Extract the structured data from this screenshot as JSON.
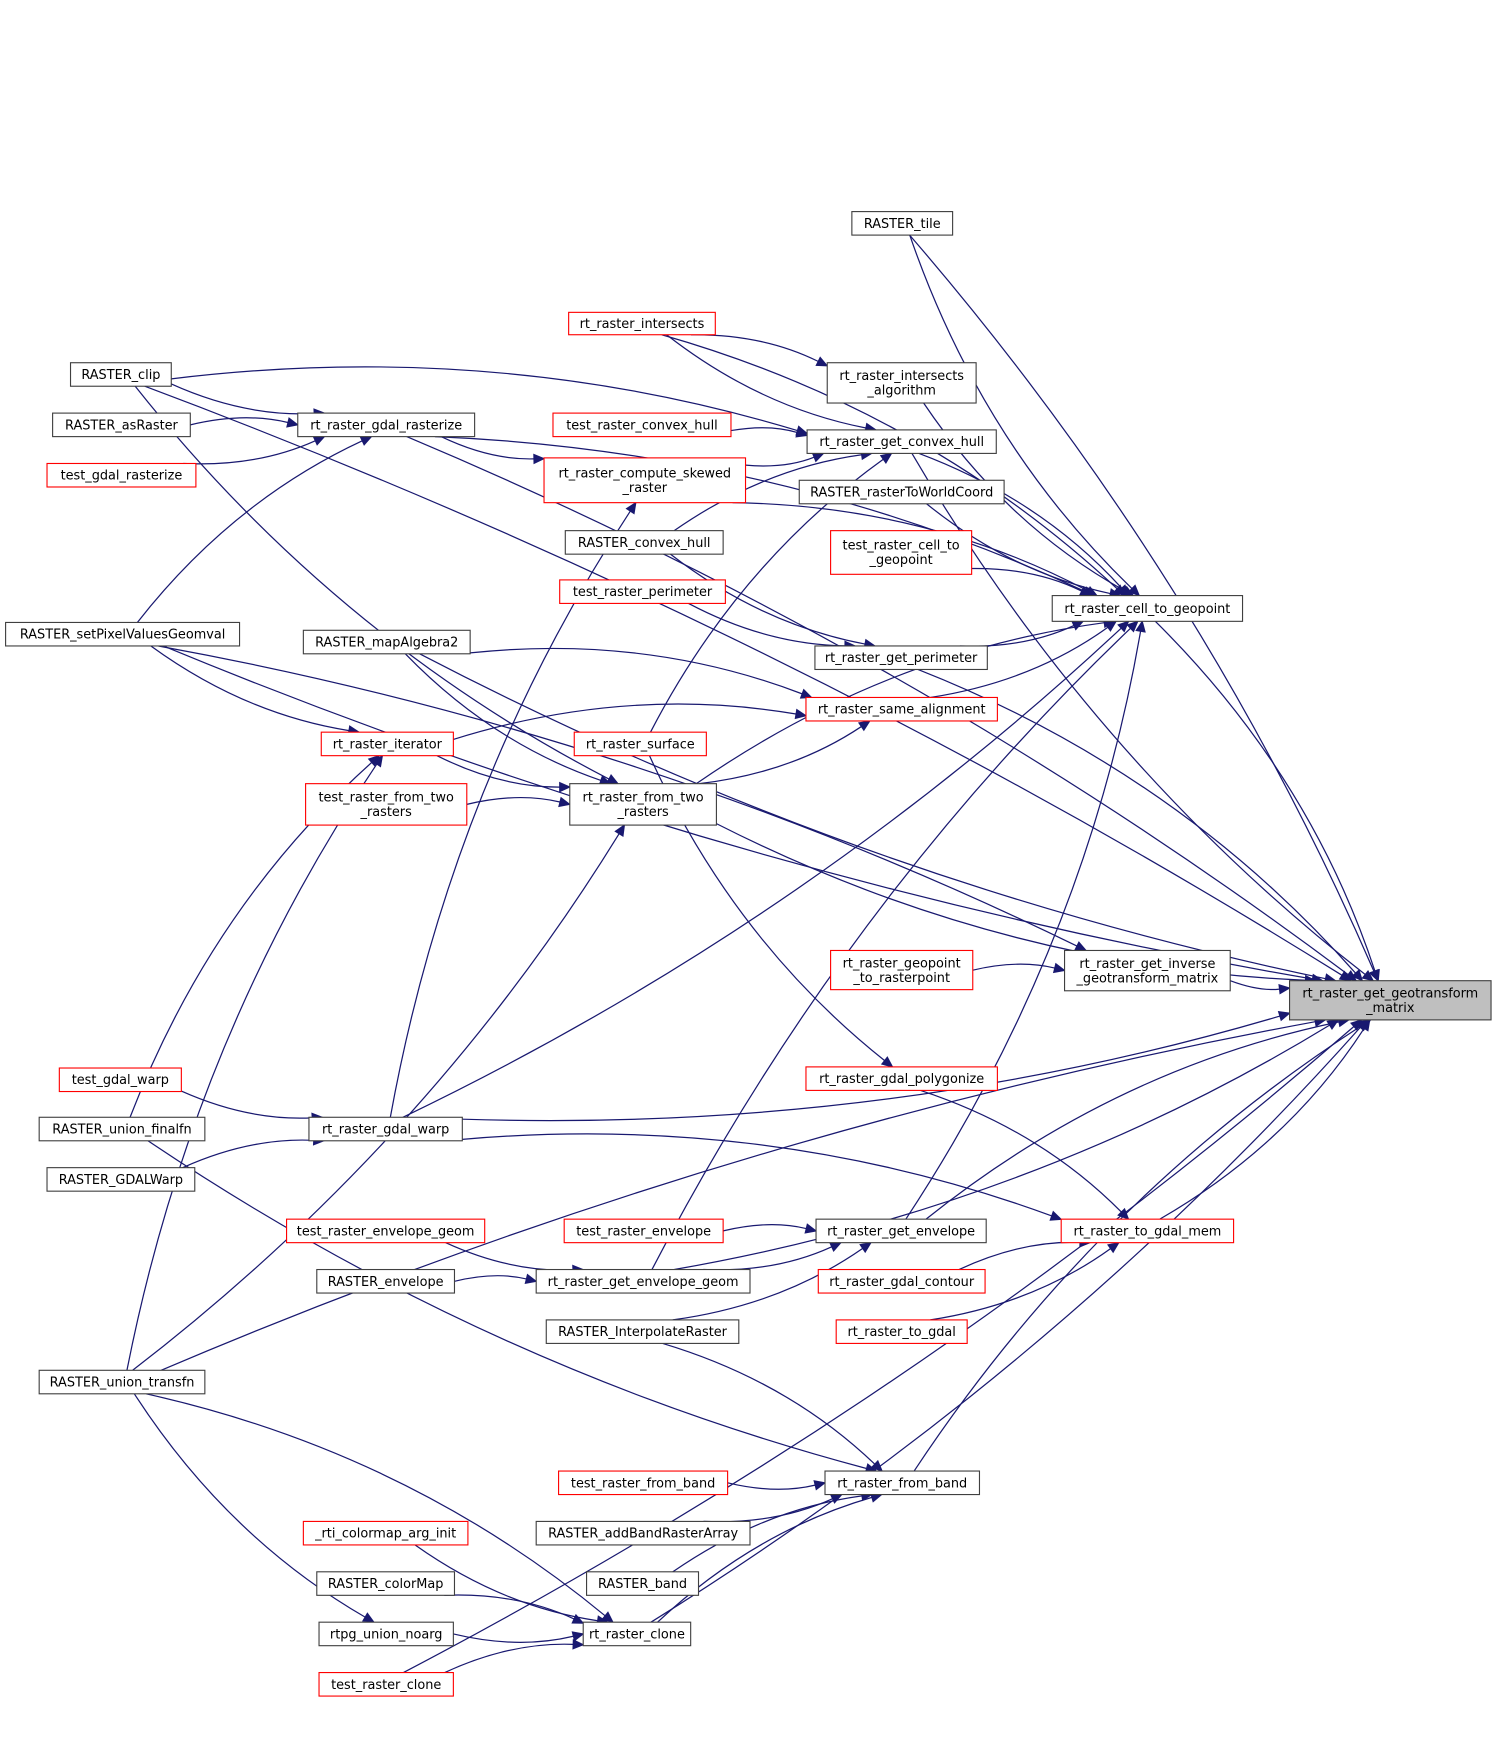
{
  "diagram": {
    "type": "caller-graph",
    "colors": {
      "edge": "#191970",
      "node_border_normal": "#404040",
      "node_border_incomplete": "#ff0000",
      "node_fill": "#ffffff",
      "target_fill": "#bfbfbf"
    },
    "target": "rt_raster_get_geotransform_matrix",
    "nodes": [
      {
        "id": "target",
        "lines": [
          "rt_raster_get_geotransform",
          "_matrix"
        ],
        "style": "target"
      },
      {
        "id": "RASTER_clip",
        "lines": [
          "RASTER_clip"
        ],
        "style": "normal"
      },
      {
        "id": "RASTER_asRaster",
        "lines": [
          "RASTER_asRaster"
        ],
        "style": "normal"
      },
      {
        "id": "test_gdal_rasterize",
        "lines": [
          "test_gdal_rasterize"
        ],
        "style": "red"
      },
      {
        "id": "RASTER_setPixelValuesGeomval",
        "lines": [
          "RASTER_setPixelValuesGeomval"
        ],
        "style": "normal"
      },
      {
        "id": "rt_raster_gdal_rasterize",
        "lines": [
          "rt_raster_gdal_rasterize"
        ],
        "style": "normal"
      },
      {
        "id": "RASTER_mapAlgebra2",
        "lines": [
          "RASTER_mapAlgebra2"
        ],
        "style": "normal"
      },
      {
        "id": "RASTER_tile",
        "lines": [
          "RASTER_tile"
        ],
        "style": "normal"
      },
      {
        "id": "rt_raster_intersects",
        "lines": [
          "rt_raster_intersects"
        ],
        "style": "red"
      },
      {
        "id": "rt_raster_intersects_algorithm",
        "lines": [
          "rt_raster_intersects",
          "_algorithm"
        ],
        "style": "normal"
      },
      {
        "id": "test_raster_convex_hull",
        "lines": [
          "test_raster_convex_hull"
        ],
        "style": "red"
      },
      {
        "id": "rt_raster_get_convex_hull",
        "lines": [
          "rt_raster_get_convex_hull"
        ],
        "style": "normal"
      },
      {
        "id": "rt_raster_compute_skewed_raster",
        "lines": [
          "rt_raster_compute_skewed",
          "_raster"
        ],
        "style": "red"
      },
      {
        "id": "RASTER_rasterToWorldCoord",
        "lines": [
          "RASTER_rasterToWorldCoord"
        ],
        "style": "normal"
      },
      {
        "id": "RASTER_convex_hull",
        "lines": [
          "RASTER_convex_hull"
        ],
        "style": "normal"
      },
      {
        "id": "test_raster_cell_to_geopoint",
        "lines": [
          "test_raster_cell_to",
          "_geopoint"
        ],
        "style": "red"
      },
      {
        "id": "test_raster_perimeter",
        "lines": [
          "test_raster_perimeter"
        ],
        "style": "red"
      },
      {
        "id": "rt_raster_cell_to_geopoint",
        "lines": [
          "rt_raster_cell_to_geopoint"
        ],
        "style": "normal"
      },
      {
        "id": "rt_raster_get_perimeter",
        "lines": [
          "rt_raster_get_perimeter"
        ],
        "style": "normal"
      },
      {
        "id": "rt_raster_same_alignment",
        "lines": [
          "rt_raster_same_alignment"
        ],
        "style": "red"
      },
      {
        "id": "rt_raster_iterator",
        "lines": [
          "rt_raster_iterator"
        ],
        "style": "red"
      },
      {
        "id": "rt_raster_surface",
        "lines": [
          "rt_raster_surface"
        ],
        "style": "red"
      },
      {
        "id": "test_raster_from_two_rasters",
        "lines": [
          "test_raster_from_two",
          "_rasters"
        ],
        "style": "red"
      },
      {
        "id": "rt_raster_from_two_rasters",
        "lines": [
          "rt_raster_from_two",
          "_rasters"
        ],
        "style": "normal"
      },
      {
        "id": "rt_raster_geopoint_to_rasterpoint",
        "lines": [
          "rt_raster_geopoint",
          "_to_rasterpoint"
        ],
        "style": "red"
      },
      {
        "id": "rt_raster_get_inverse_geotransform_matrix",
        "lines": [
          "rt_raster_get_inverse",
          "_geotransform_matrix"
        ],
        "style": "normal"
      },
      {
        "id": "rt_raster_gdal_polygonize",
        "lines": [
          "rt_raster_gdal_polygonize"
        ],
        "style": "red"
      },
      {
        "id": "test_gdal_warp",
        "lines": [
          "test_gdal_warp"
        ],
        "style": "red"
      },
      {
        "id": "RASTER_union_finalfn",
        "lines": [
          "RASTER_union_finalfn"
        ],
        "style": "normal"
      },
      {
        "id": "rt_raster_gdal_warp",
        "lines": [
          "rt_raster_gdal_warp"
        ],
        "style": "normal"
      },
      {
        "id": "RASTER_GDALWarp",
        "lines": [
          "RASTER_GDALWarp"
        ],
        "style": "normal"
      },
      {
        "id": "test_raster_envelope_geom",
        "lines": [
          "test_raster_envelope_geom"
        ],
        "style": "red"
      },
      {
        "id": "test_raster_envelope",
        "lines": [
          "test_raster_envelope"
        ],
        "style": "red"
      },
      {
        "id": "rt_raster_get_envelope",
        "lines": [
          "rt_raster_get_envelope"
        ],
        "style": "normal"
      },
      {
        "id": "rt_raster_to_gdal_mem",
        "lines": [
          "rt_raster_to_gdal_mem"
        ],
        "style": "red"
      },
      {
        "id": "RASTER_envelope",
        "lines": [
          "RASTER_envelope"
        ],
        "style": "normal"
      },
      {
        "id": "rt_raster_get_envelope_geom",
        "lines": [
          "rt_raster_get_envelope_geom"
        ],
        "style": "normal"
      },
      {
        "id": "rt_raster_gdal_contour",
        "lines": [
          "rt_raster_gdal_contour"
        ],
        "style": "red"
      },
      {
        "id": "RASTER_InterpolateRaster",
        "lines": [
          "RASTER_InterpolateRaster"
        ],
        "style": "normal"
      },
      {
        "id": "rt_raster_to_gdal",
        "lines": [
          "rt_raster_to_gdal"
        ],
        "style": "red"
      },
      {
        "id": "RASTER_union_transfn",
        "lines": [
          "RASTER_union_transfn"
        ],
        "style": "normal"
      },
      {
        "id": "test_raster_from_band",
        "lines": [
          "test_raster_from_band"
        ],
        "style": "red"
      },
      {
        "id": "rt_raster_from_band",
        "lines": [
          "rt_raster_from_band"
        ],
        "style": "normal"
      },
      {
        "id": "RASTER_addBandRasterArray",
        "lines": [
          "RASTER_addBandRasterArray"
        ],
        "style": "normal"
      },
      {
        "id": "_rti_colormap_arg_init",
        "lines": [
          "_rti_colormap_arg_init"
        ],
        "style": "red"
      },
      {
        "id": "RASTER_colorMap",
        "lines": [
          "RASTER_colorMap"
        ],
        "style": "normal"
      },
      {
        "id": "RASTER_band",
        "lines": [
          "RASTER_band"
        ],
        "style": "normal"
      },
      {
        "id": "rtpg_union_noarg",
        "lines": [
          "rtpg_union_noarg"
        ],
        "style": "normal"
      },
      {
        "id": "rt_raster_clone",
        "lines": [
          "rt_raster_clone"
        ],
        "style": "normal"
      },
      {
        "id": "test_raster_clone",
        "lines": [
          "test_raster_clone"
        ],
        "style": "red"
      }
    ],
    "edges": [
      [
        "RASTER_clip",
        "target"
      ],
      [
        "RASTER_clip",
        "rt_raster_gdal_rasterize"
      ],
      [
        "RASTER_clip",
        "rt_raster_get_convex_hull"
      ],
      [
        "RASTER_clip",
        "rt_raster_from_two_rasters"
      ],
      [
        "RASTER_asRaster",
        "rt_raster_gdal_rasterize"
      ],
      [
        "test_gdal_rasterize",
        "rt_raster_gdal_rasterize"
      ],
      [
        "RASTER_setPixelValuesGeomval",
        "rt_raster_gdal_rasterize"
      ],
      [
        "RASTER_setPixelValuesGeomval",
        "rt_raster_iterator"
      ],
      [
        "RASTER_setPixelValuesGeomval",
        "rt_raster_get_inverse_geotransform_matrix"
      ],
      [
        "RASTER_setPixelValuesGeomval",
        "target"
      ],
      [
        "rt_raster_gdal_rasterize",
        "target"
      ],
      [
        "rt_raster_gdal_rasterize",
        "rt_raster_compute_skewed_raster"
      ],
      [
        "rt_raster_gdal_rasterize",
        "rt_raster_cell_to_geopoint"
      ],
      [
        "RASTER_mapAlgebra2",
        "target"
      ],
      [
        "RASTER_mapAlgebra2",
        "rt_raster_same_alignment"
      ],
      [
        "RASTER_mapAlgebra2",
        "rt_raster_from_two_rasters"
      ],
      [
        "RASTER_tile",
        "target"
      ],
      [
        "RASTER_tile",
        "rt_raster_cell_to_geopoint"
      ],
      [
        "rt_raster_intersects",
        "rt_raster_intersects_algorithm"
      ],
      [
        "rt_raster_intersects",
        "rt_raster_get_convex_hull"
      ],
      [
        "rt_raster_intersects",
        "rt_raster_cell_to_geopoint"
      ],
      [
        "rt_raster_intersects_algorithm",
        "rt_raster_cell_to_geopoint"
      ],
      [
        "test_raster_convex_hull",
        "rt_raster_get_convex_hull"
      ],
      [
        "rt_raster_get_convex_hull",
        "target"
      ],
      [
        "rt_raster_get_convex_hull",
        "rt_raster_cell_to_geopoint"
      ],
      [
        "rt_raster_compute_skewed_raster",
        "rt_raster_get_convex_hull"
      ],
      [
        "rt_raster_compute_skewed_raster",
        "rt_raster_cell_to_geopoint"
      ],
      [
        "RASTER_rasterToWorldCoord",
        "rt_raster_cell_to_geopoint"
      ],
      [
        "RASTER_convex_hull",
        "rt_raster_get_convex_hull"
      ],
      [
        "RASTER_convex_hull",
        "rt_raster_get_perimeter"
      ],
      [
        "test_raster_cell_to_geopoint",
        "rt_raster_cell_to_geopoint"
      ],
      [
        "test_raster_perimeter",
        "rt_raster_get_perimeter"
      ],
      [
        "rt_raster_cell_to_geopoint",
        "target"
      ],
      [
        "rt_raster_get_perimeter",
        "rt_raster_cell_to_geopoint"
      ],
      [
        "rt_raster_get_perimeter",
        "target"
      ],
      [
        "rt_raster_same_alignment",
        "rt_raster_cell_to_geopoint"
      ],
      [
        "rt_raster_iterator",
        "rt_raster_same_alignment"
      ],
      [
        "rt_raster_iterator",
        "rt_raster_from_two_rasters"
      ],
      [
        "rt_raster_surface",
        "rt_raster_get_convex_hull"
      ],
      [
        "rt_raster_surface",
        "rt_raster_gdal_polygonize"
      ],
      [
        "test_raster_from_two_rasters",
        "rt_raster_from_two_rasters"
      ],
      [
        "rt_raster_from_two_rasters",
        "rt_raster_same_alignment"
      ],
      [
        "rt_raster_from_two_rasters",
        "rt_raster_cell_to_geopoint"
      ],
      [
        "rt_raster_from_two_rasters",
        "target"
      ],
      [
        "rt_raster_geopoint_to_rasterpoint",
        "rt_raster_get_inverse_geotransform_matrix"
      ],
      [
        "rt_raster_get_inverse_geotransform_matrix",
        "target"
      ],
      [
        "rt_raster_gdal_polygonize",
        "rt_raster_to_gdal_mem"
      ],
      [
        "test_gdal_warp",
        "rt_raster_gdal_warp"
      ],
      [
        "RASTER_union_finalfn",
        "rt_raster_iterator"
      ],
      [
        "RASTER_union_finalfn",
        "rt_raster_from_band"
      ],
      [
        "RASTER_GDALWarp",
        "rt_raster_gdal_warp"
      ],
      [
        "rt_raster_gdal_warp",
        "target"
      ],
      [
        "rt_raster_gdal_warp",
        "rt_raster_compute_skewed_raster"
      ],
      [
        "rt_raster_gdal_warp",
        "rt_raster_cell_to_geopoint"
      ],
      [
        "rt_raster_gdal_warp",
        "rt_raster_to_gdal_mem"
      ],
      [
        "test_raster_envelope_geom",
        "rt_raster_get_envelope_geom"
      ],
      [
        "test_raster_envelope",
        "rt_raster_get_envelope"
      ],
      [
        "rt_raster_get_envelope",
        "rt_raster_cell_to_geopoint"
      ],
      [
        "rt_raster_get_envelope",
        "target"
      ],
      [
        "rt_raster_to_gdal_mem",
        "target"
      ],
      [
        "RASTER_envelope",
        "rt_raster_get_envelope_geom"
      ],
      [
        "rt_raster_get_envelope_geom",
        "rt_raster_get_envelope"
      ],
      [
        "rt_raster_get_envelope_geom",
        "rt_raster_cell_to_geopoint"
      ],
      [
        "rt_raster_get_envelope_geom",
        "target"
      ],
      [
        "rt_raster_gdal_contour",
        "rt_raster_to_gdal_mem"
      ],
      [
        "RASTER_InterpolateRaster",
        "rt_raster_get_envelope"
      ],
      [
        "RASTER_InterpolateRaster",
        "rt_raster_from_band"
      ],
      [
        "rt_raster_to_gdal",
        "rt_raster_to_gdal_mem"
      ],
      [
        "RASTER_union_transfn",
        "rt_raster_iterator"
      ],
      [
        "RASTER_union_transfn",
        "rt_raster_from_two_rasters"
      ],
      [
        "RASTER_union_transfn",
        "target"
      ],
      [
        "RASTER_union_transfn",
        "rtpg_union_noarg"
      ],
      [
        "RASTER_union_transfn",
        "rt_raster_clone"
      ],
      [
        "test_raster_from_band",
        "rt_raster_from_band"
      ],
      [
        "rt_raster_from_band",
        "target"
      ],
      [
        "RASTER_addBandRasterArray",
        "rt_raster_from_band"
      ],
      [
        "RASTER_band",
        "rt_raster_from_band"
      ],
      [
        "_rti_colormap_arg_init",
        "rt_raster_clone"
      ],
      [
        "RASTER_colorMap",
        "rt_raster_clone"
      ],
      [
        "rtpg_union_noarg",
        "rt_raster_clone"
      ],
      [
        "rt_raster_clone",
        "rt_raster_from_band"
      ],
      [
        "rt_raster_clone",
        "target"
      ],
      [
        "test_raster_clone",
        "rt_raster_clone"
      ],
      [
        "test_raster_clone",
        "target"
      ]
    ]
  }
}
